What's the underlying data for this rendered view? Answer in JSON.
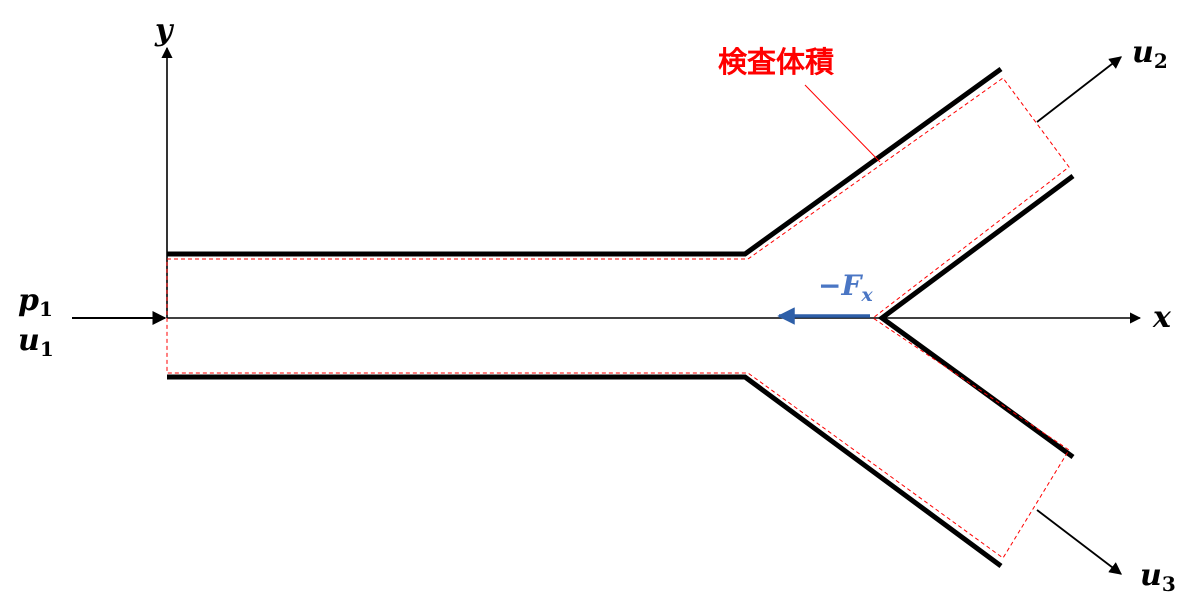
{
  "axes": {
    "x_label": "x",
    "y_label": "y"
  },
  "inlet": {
    "pressure_symbol": "p",
    "pressure_subscript": "1",
    "velocity_symbol": "u",
    "velocity_subscript": "1"
  },
  "outlets": [
    {
      "symbol": "u",
      "subscript": "2"
    },
    {
      "symbol": "u",
      "subscript": "3"
    }
  ],
  "force": {
    "prefix": "−",
    "symbol": "F",
    "subscript": "x"
  },
  "control_volume": {
    "label": "検査体積"
  },
  "colors": {
    "wall": "#000000",
    "control_volume": "#ff0000",
    "force_arrow": "#2e5fa8",
    "label_red": "#ff0000",
    "axis": "#000000"
  }
}
